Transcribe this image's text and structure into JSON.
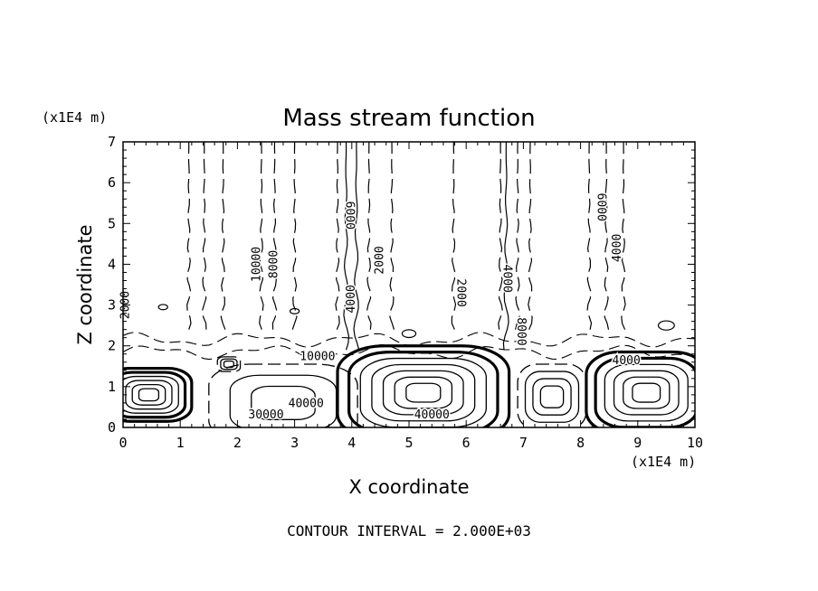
{
  "chart_data": {
    "type": "contour",
    "title": "Mass stream function",
    "xlabel": "X coordinate",
    "ylabel": "Z coordinate",
    "x_unit": "(x1E4 m)",
    "y_unit": "(x1E4 m)",
    "xlim": [
      0,
      10
    ],
    "ylim": [
      0,
      7
    ],
    "x_ticks": [
      "0",
      "1",
      "2",
      "3",
      "4",
      "5",
      "6",
      "7",
      "8",
      "9",
      "10"
    ],
    "y_ticks": [
      "0",
      "1",
      "2",
      "3",
      "4",
      "5",
      "6",
      "7"
    ],
    "footer": "CONTOUR INTERVAL = 2.000E+03",
    "contour_interval": 2000,
    "contour_labels": [
      {
        "text": "2000",
        "x": 0.1,
        "y": 3.0,
        "rotate": -90
      },
      {
        "text": "10000",
        "x": 2.4,
        "y": 4.0,
        "rotate": -90
      },
      {
        "text": "8000",
        "x": 2.7,
        "y": 4.0,
        "rotate": -90
      },
      {
        "text": "6000",
        "x": 3.9,
        "y": 5.2,
        "rotate": 90
      },
      {
        "text": "4000",
        "x": 4.05,
        "y": 3.15,
        "rotate": -90
      },
      {
        "text": "2000",
        "x": 4.55,
        "y": 4.1,
        "rotate": -90
      },
      {
        "text": "10000",
        "x": 3.4,
        "y": 1.65,
        "rotate": 0
      },
      {
        "text": "30000",
        "x": 2.5,
        "y": 0.22,
        "rotate": 0
      },
      {
        "text": "40000",
        "x": 3.2,
        "y": 0.5,
        "rotate": 0
      },
      {
        "text": "2000",
        "x": 5.85,
        "y": 3.3,
        "rotate": 90
      },
      {
        "text": "4000",
        "x": 6.65,
        "y": 3.65,
        "rotate": 90
      },
      {
        "text": "8000",
        "x": 6.9,
        "y": 2.35,
        "rotate": 90
      },
      {
        "text": "40000",
        "x": 5.4,
        "y": 0.22,
        "rotate": 0
      },
      {
        "text": "6000",
        "x": 8.3,
        "y": 5.4,
        "rotate": 90
      },
      {
        "text": "4000",
        "x": 8.7,
        "y": 4.4,
        "rotate": -90
      },
      {
        "text": "4000",
        "x": 8.8,
        "y": 1.55,
        "rotate": 0
      }
    ],
    "vortices": [
      {
        "cx": 0.45,
        "cy": 0.8,
        "rx": 0.75,
        "ry": 0.65,
        "rings": 6,
        "heavy": true
      },
      {
        "cx": 2.8,
        "cy": 0.6,
        "rx": 1.3,
        "ry": 0.95,
        "rings": 3,
        "heavy": false
      },
      {
        "cx": 5.25,
        "cy": 0.85,
        "rx": 1.5,
        "ry": 1.15,
        "rings": 7,
        "heavy": true
      },
      {
        "cx": 7.5,
        "cy": 0.75,
        "rx": 0.6,
        "ry": 0.8,
        "rings": 4,
        "heavy": false
      },
      {
        "cx": 9.15,
        "cy": 0.85,
        "rx": 1.05,
        "ry": 1.0,
        "rings": 6,
        "heavy": true
      },
      {
        "cx": 1.85,
        "cy": 1.55,
        "rx": 0.2,
        "ry": 0.18,
        "rings": 3,
        "heavy": false
      }
    ],
    "dashed_streamlines_x": [
      1.15,
      1.42,
      1.75,
      2.42,
      2.65,
      3.0,
      3.75,
      4.3,
      4.7,
      5.78,
      6.6,
      6.9,
      7.12,
      8.15,
      8.45,
      8.75
    ],
    "solid_streamlines_x": [
      3.9,
      4.08,
      6.7
    ],
    "small_closed_contours": [
      {
        "cx": 0.7,
        "cy": 2.95,
        "r": 0.08
      },
      {
        "cx": 3.0,
        "cy": 2.85,
        "r": 0.08
      },
      {
        "cx": 5.0,
        "cy": 2.3,
        "r": 0.12
      },
      {
        "cx": 9.5,
        "cy": 2.5,
        "r": 0.14
      }
    ]
  }
}
